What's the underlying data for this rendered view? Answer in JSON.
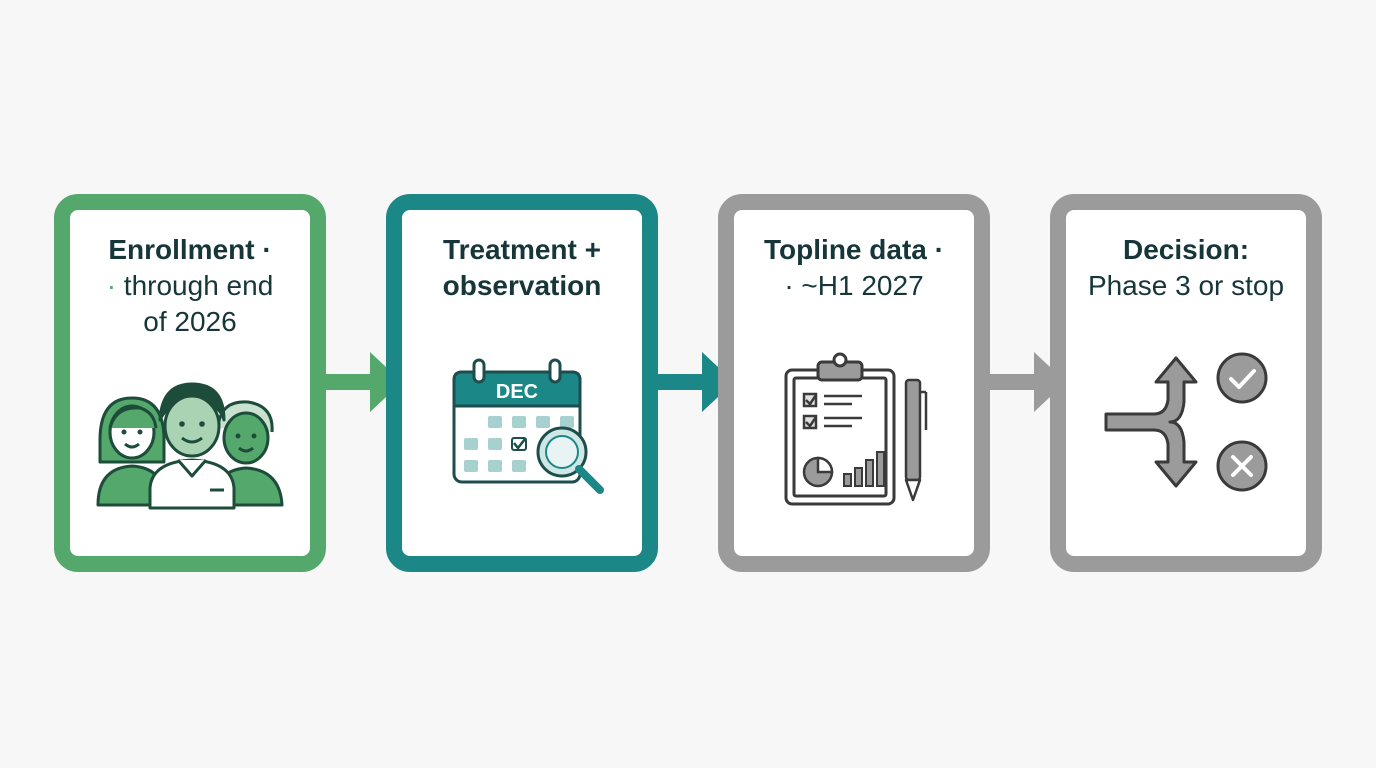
{
  "colors": {
    "green": "#54a86c",
    "teal": "#1b8786",
    "gray": "#9b9b9b",
    "text_dark": "#17363a",
    "background": "#f7f7f7"
  },
  "steps": [
    {
      "line1": "Enrollment ·",
      "line2_dot": "·",
      "line2": " through end",
      "line3": "of 2026",
      "icon": "people-group-icon"
    },
    {
      "line1": "Treatment +",
      "line2": "observation",
      "calendar_month": "DEC",
      "icon": "calendar-search-icon"
    },
    {
      "line1": "Topline data ·",
      "line2": "· ~H1 2027",
      "icon": "clipboard-report-icon"
    },
    {
      "line1": "Decision:",
      "line2": "Phase 3 or stop",
      "icon": "decision-fork-icon",
      "outcomes": [
        "check-icon",
        "cross-icon"
      ]
    }
  ]
}
